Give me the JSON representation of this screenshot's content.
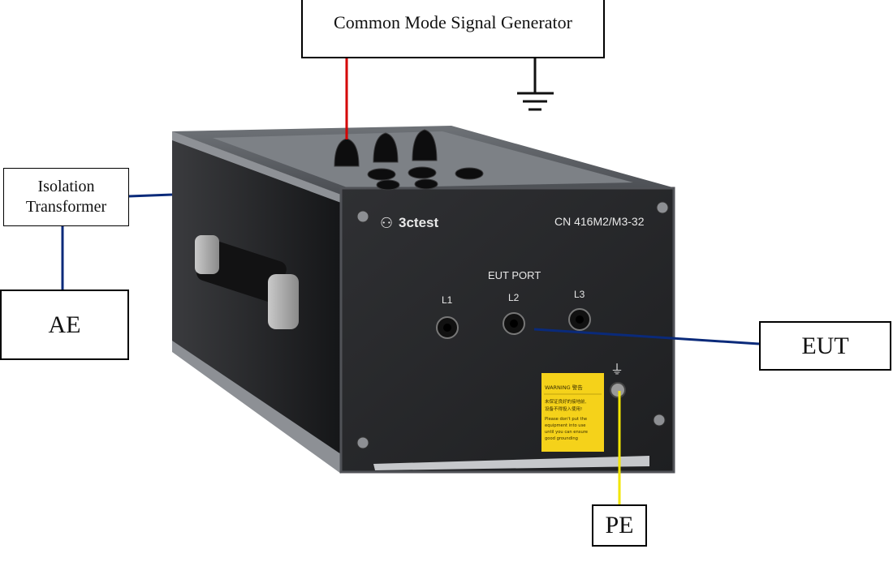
{
  "labels": {
    "generator": "Common Mode Signal Generator",
    "isolation_line1": "Isolation",
    "isolation_line2": "Transformer",
    "ae": "AE",
    "eut": "EUT",
    "pe": "PE"
  },
  "device": {
    "brand": "3ctest",
    "model": "CN 416M2/M3-32",
    "port_title": "EUT PORT",
    "ports": [
      "L1",
      "L2",
      "L3"
    ],
    "ground_symbol": "⏚",
    "warning": {
      "title": "WARNING 警告",
      "chinese_1": "未保证良好的接地前,",
      "chinese_2": "设备不得投入使用!",
      "english_1": "Please don't put the",
      "english_2": "equipment into use",
      "english_3": "until you can ensure",
      "english_4": "good grounding"
    }
  },
  "colors": {
    "generator_line": "#d40000",
    "signal_line": "#0a2a7a",
    "pe_line": "#f2e600",
    "panel": "#2a2b2e",
    "warning_label": "#f5d21a"
  }
}
